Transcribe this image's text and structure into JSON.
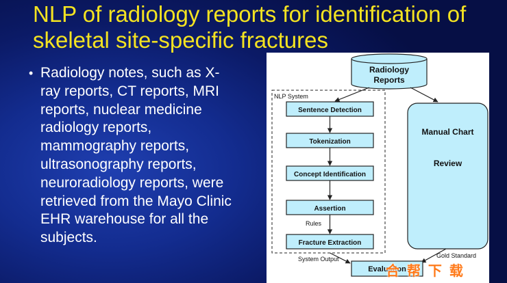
{
  "slide": {
    "title": "NLP of radiology reports for identification of skeletal site-specific fractures",
    "bullet": "Radiology notes, such as X-ray reports,  CT reports, MRI reports, nuclear medicine radiology reports, mammography reports, ultrasonography reports, neuroradiology reports, were retrieved from the Mayo Clinic EHR warehouse for all the subjects."
  },
  "diagram": {
    "database_label_line1": "Radiology",
    "database_label_line2": "Reports",
    "nlp_system_label": "NLP System",
    "steps": [
      "Sentence Detection",
      "Tokenization",
      "Concept Identification",
      "Assertion",
      "Fracture Extraction"
    ],
    "rules_label": "Rules",
    "manual_review_line1": "Manual Chart",
    "manual_review_line2": "Review",
    "system_output_label": "System Output",
    "gold_standard_label": "Gold Standard",
    "evaluation_label": "Evaluation"
  },
  "watermark": "合 帮 下 载",
  "colors": {
    "title": "#f4e321",
    "box_fill": "#bfeefc",
    "box_stroke": "#222222",
    "watermark": "#ff7a1a"
  }
}
